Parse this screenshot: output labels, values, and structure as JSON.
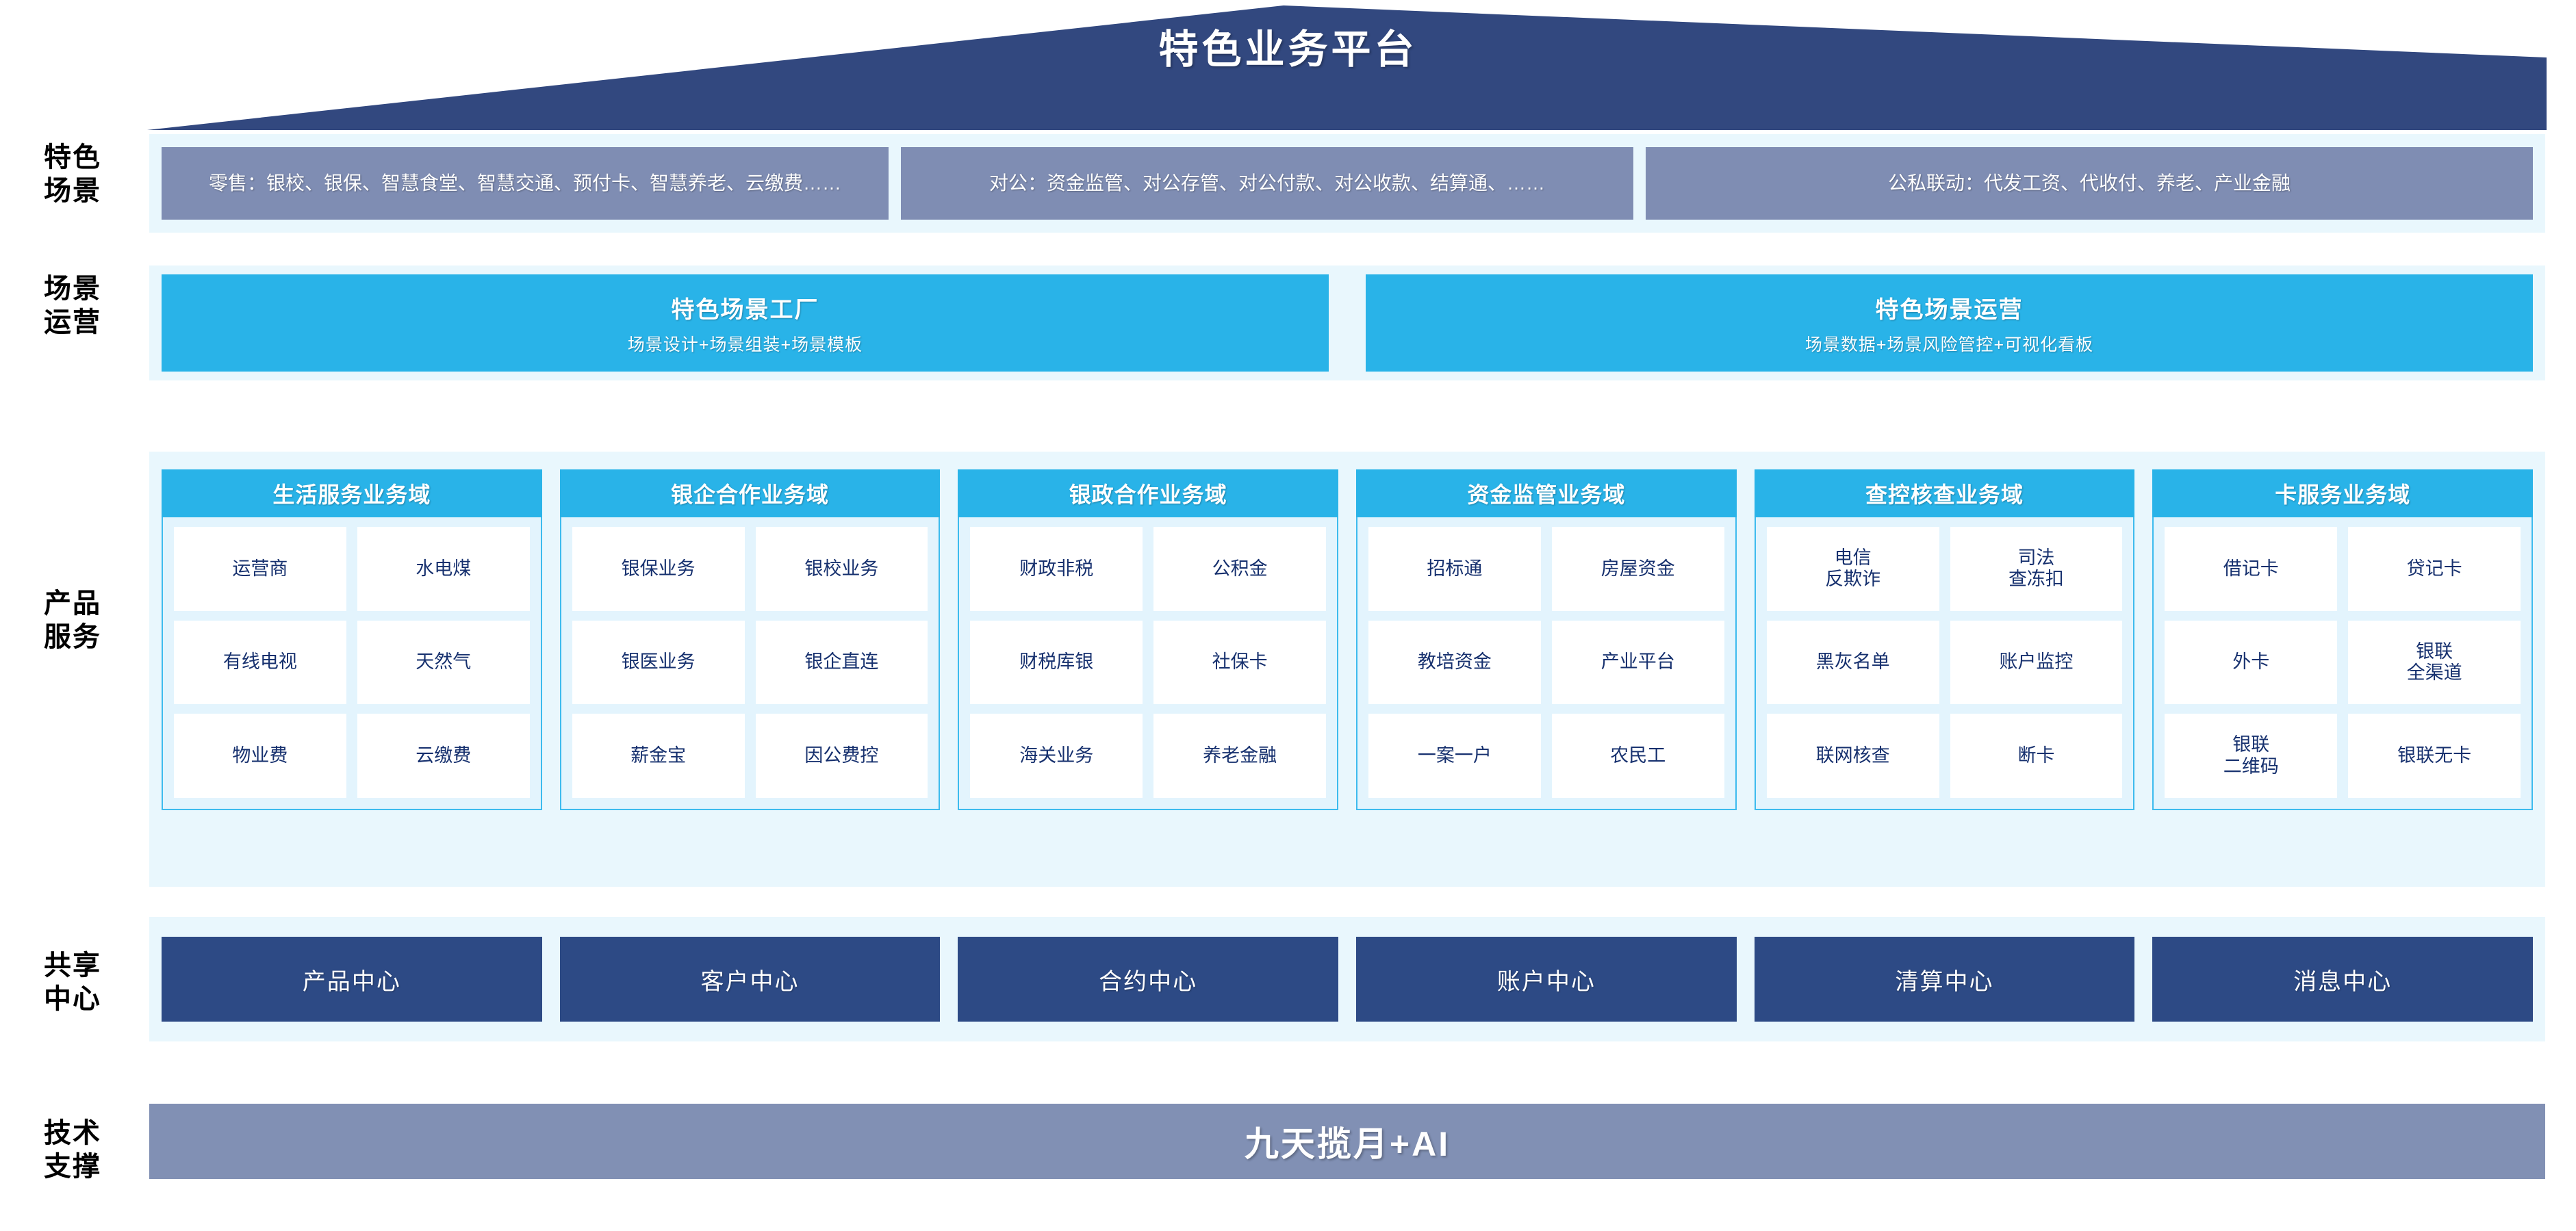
{
  "header": {
    "platform_title": "特色业务平台",
    "roof_color": "#32487f"
  },
  "rail": {
    "scene": "特色\n场景",
    "operation": "场景\n运营",
    "product": "产品\n服务",
    "shared": "共享\n中心",
    "tech": "技术\n支撑"
  },
  "scene_section": {
    "color": "#7f8db3",
    "cards": [
      "零售：银校、银保、智慧食堂、智慧交通、预付卡、智慧养老、云缴费……",
      "对公：资金监管、对公存管、对公付款、对公收款、结算通、……",
      "公私联动：代发工资、代收付、养老、产业金融"
    ]
  },
  "operation_section": {
    "color": "#29b3e8",
    "cards": [
      {
        "title": "特色场景工厂",
        "subtitle": "场景设计+场景组装+场景模板"
      },
      {
        "title": "特色场景运营",
        "subtitle": "场景数据+场景风险管控+可视化看板"
      }
    ]
  },
  "product_section": {
    "header_color": "#29b3e8",
    "body_color": "#e3f4fd",
    "cell_text_color": "#16306e",
    "columns": [
      {
        "title": "生活服务业务域",
        "items": [
          "运营商",
          "水电煤",
          "有线电视",
          "天然气",
          "物业费",
          "云缴费"
        ]
      },
      {
        "title": "银企合作业务域",
        "items": [
          "银保业务",
          "银校业务",
          "银医业务",
          "银企直连",
          "薪金宝",
          "因公费控"
        ]
      },
      {
        "title": "银政合作业务域",
        "items": [
          "财政非税",
          "公积金",
          "财税库银",
          "社保卡",
          "海关业务",
          "养老金融"
        ]
      },
      {
        "title": "资金监管业务域",
        "items": [
          "招标通",
          "房屋资金",
          "教培资金",
          "产业平台",
          "一案一户",
          "农民工"
        ]
      },
      {
        "title": "查控核查业务域",
        "items": [
          "电信\n反欺诈",
          "司法\n查冻扣",
          "黑灰名单",
          "账户监控",
          "联网核查",
          "断卡"
        ]
      },
      {
        "title": "卡服务业务域",
        "items": [
          "借记卡",
          "贷记卡",
          "外卡",
          "银联\n全渠道",
          "银联\n二维码",
          "银联无卡"
        ]
      }
    ]
  },
  "shared_section": {
    "color": "#2d4a85",
    "cards": [
      "产品中心",
      "客户中心",
      "合约中心",
      "账户中心",
      "清算中心",
      "消息中心"
    ]
  },
  "tech_section": {
    "color": "#8190b4",
    "label": "九天揽月+AI"
  }
}
